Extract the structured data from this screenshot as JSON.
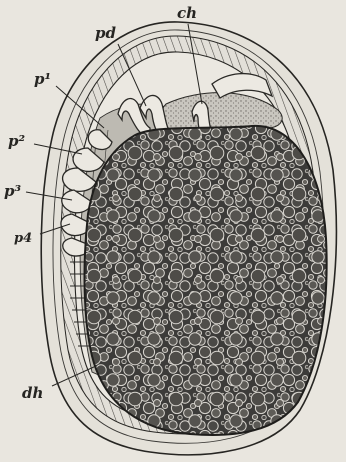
{
  "figure": {
    "labels": {
      "pd": "pd",
      "ch": "ch",
      "p1": "p¹",
      "p2": "p²",
      "p3": "p³",
      "p4": "p4",
      "dh": "dh"
    },
    "colors": {
      "paper": "#e9e6df",
      "ink": "#262522",
      "yolk": "#3c3b39",
      "yolk_cell_edge": "#d8d5cf",
      "germ_band": "#b9b6ae",
      "stipple": "#9a978f"
    }
  }
}
